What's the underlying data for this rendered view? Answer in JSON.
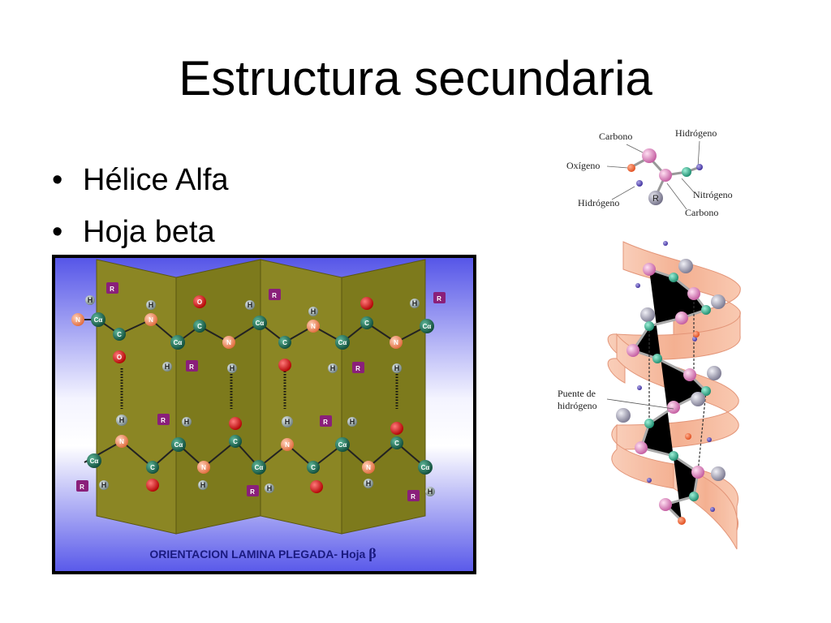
{
  "slide": {
    "title": "Estructura secundaria",
    "bullets": [
      "Hélice Alfa",
      "Hoja beta"
    ]
  },
  "beta_sheet": {
    "caption_text": "ORIENTACION LAMINA PLEGADA- Hoja ",
    "caption_symbol": "β",
    "atom_labels": {
      "nitrogen": "N",
      "carbon": "C",
      "alpha_carbon": "Cα",
      "oxygen": "O",
      "hydrogen": "H",
      "side_chain": "R"
    },
    "colors": {
      "background": "#6f6ff2",
      "pleat": "#868221",
      "nitrogen": "#e8805a",
      "carbon": "#1f6f55",
      "oxygen": "#d62020",
      "hydrogen": "#8a9a9a",
      "side_chain": "#8a1f7a"
    }
  },
  "helix_key": {
    "labels": {
      "carbono_top": "Carbono",
      "hidrogeno_top": "Hidrógeno",
      "oxigeno": "Oxígeno",
      "hidrogeno_left": "Hidrógeno",
      "r_group": "R",
      "nitrogeno": "Nitrógeno",
      "carbono_bottom": "Carbono"
    }
  },
  "alpha_helix": {
    "label_line1": "Puente de",
    "label_line2": "hidrógeno",
    "colors": {
      "ribbon": "#f7b89a",
      "atom_pink": "#d87ab8",
      "atom_green": "#2aa58a",
      "atom_gray": "#9a98b0"
    }
  }
}
